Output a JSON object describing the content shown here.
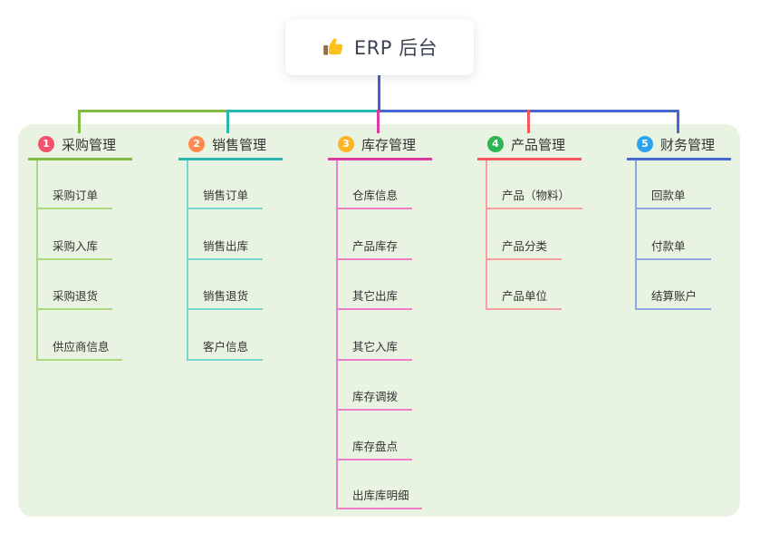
{
  "root": {
    "label": "ERP 后台",
    "icon": "thumbs-up"
  },
  "colors": {
    "panel_bg": "#e8f4e1",
    "root_line": "#4a5ed6",
    "text": "#333333",
    "root_text": "#3c4454"
  },
  "branches": [
    {
      "badge": "1",
      "label": "采购管理",
      "color": "#82bd41",
      "light_color": "#abd77f",
      "badge_color": "#f4516c",
      "children": [
        "采购订单",
        "采购入库",
        "采购退货",
        "供应商信息"
      ]
    },
    {
      "badge": "2",
      "label": "销售管理",
      "color": "#27b8b0",
      "light_color": "#79d5cf",
      "badge_color": "#ff8a50",
      "children": [
        "销售订单",
        "销售出库",
        "销售退货",
        "客户信息"
      ]
    },
    {
      "badge": "3",
      "label": "库存管理",
      "color": "#dc39a2",
      "light_color": "#ee7ec6",
      "badge_color": "#ffb327",
      "children": [
        "仓库信息",
        "产品库存",
        "其它出库",
        "其它入库",
        "库存调拨",
        "库存盘点",
        "出库库明细"
      ]
    },
    {
      "badge": "4",
      "label": "产品管理",
      "color": "#f5575f",
      "light_color": "#f89e9c",
      "badge_color": "#2db553",
      "children": [
        "产品（物料）",
        "产品分类",
        "产品单位"
      ]
    },
    {
      "badge": "5",
      "label": "财务管理",
      "color": "#4468cf",
      "light_color": "#90a6e0",
      "badge_color": "#2ca3ee",
      "children": [
        "回款单",
        "付款单",
        "结算账户"
      ]
    }
  ]
}
